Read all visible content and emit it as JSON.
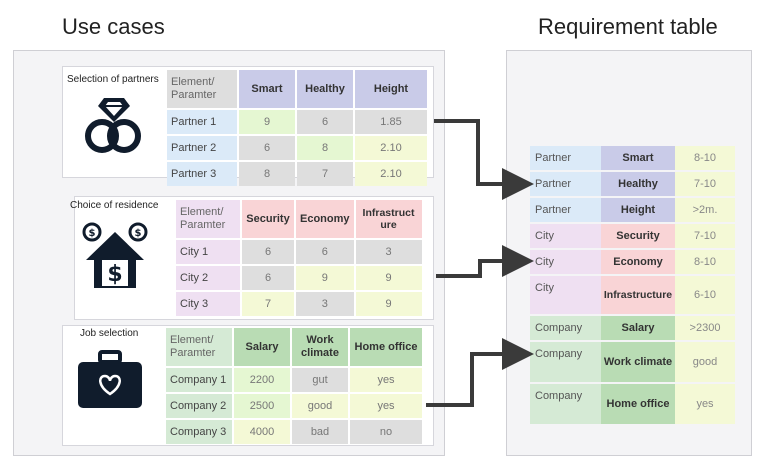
{
  "headings": {
    "left": "Use cases",
    "right": "Requirement table"
  },
  "colors": {
    "partner": "#dbeaf8",
    "city": "#efe0f2",
    "company": "#d5ead5",
    "header_partner": "#c9cbe8",
    "header_city": "#f9d4d6",
    "header_company": "#b9dcb4",
    "value_yellow": "#f4f9d6",
    "value_gray": "#dedede",
    "value_green": "#e5f7d2",
    "arrow": "#3a3a3a"
  },
  "use_cases": [
    {
      "title": "Selection of partners",
      "icon": "wedding-rings-diamond-icon",
      "element_header": [
        "Element/",
        "Paramter"
      ],
      "params": [
        "Smart",
        "Healthy",
        "Height"
      ],
      "rows": [
        {
          "label": "Partner 1",
          "values": [
            "9",
            "6",
            "1.85"
          ],
          "fills": [
            "green",
            "gray",
            "gray"
          ]
        },
        {
          "label": "Partner 2",
          "values": [
            "6",
            "8",
            "2.10"
          ],
          "fills": [
            "gray",
            "green",
            "yellow"
          ]
        },
        {
          "label": "Partner 3",
          "values": [
            "8",
            "7",
            "2.10"
          ],
          "fills": [
            "gray",
            "gray",
            "yellow"
          ]
        }
      ]
    },
    {
      "title": "Choice of residence",
      "icon": "house-dollar-icon",
      "element_header": [
        "Element/",
        "Paramter"
      ],
      "params": [
        "Security",
        "Economy",
        "Infrastructure"
      ],
      "rows": [
        {
          "label": "City 1",
          "values": [
            "6",
            "6",
            "3"
          ],
          "fills": [
            "gray",
            "gray",
            "gray"
          ]
        },
        {
          "label": "City 2",
          "values": [
            "6",
            "9",
            "9"
          ],
          "fills": [
            "gray",
            "yellow",
            "yellow"
          ]
        },
        {
          "label": "City 3",
          "values": [
            "7",
            "3",
            "9"
          ],
          "fills": [
            "yellow",
            "gray",
            "yellow"
          ]
        }
      ]
    },
    {
      "title": "Job selection",
      "icon": "briefcase-heart-icon",
      "element_header": [
        "Element/",
        "Paramter"
      ],
      "params": [
        "Salary",
        "Work climate",
        "Home office"
      ],
      "rows": [
        {
          "label": "Company 1",
          "values": [
            "2200",
            "gut",
            "yes"
          ],
          "fills": [
            "green",
            "gray",
            "yellow"
          ]
        },
        {
          "label": "Company 2",
          "values": [
            "2500",
            "good",
            "yes"
          ],
          "fills": [
            "green",
            "yellow",
            "yellow"
          ]
        },
        {
          "label": "Company 3",
          "values": [
            "4000",
            "bad",
            "no"
          ],
          "fills": [
            "yellow",
            "gray",
            "gray"
          ]
        }
      ]
    }
  ],
  "requirements": [
    {
      "element": "Partner",
      "items": [
        {
          "param": "Smart",
          "value": "8-10"
        },
        {
          "param": "Healthy",
          "value": "7-10"
        },
        {
          "param": "Height",
          "value": ">2m."
        }
      ]
    },
    {
      "element": "City",
      "items": [
        {
          "param": "Security",
          "value": "7-10"
        },
        {
          "param": "Economy",
          "value": "8-10"
        },
        {
          "param": "Infrastructure",
          "value": "6-10"
        }
      ]
    },
    {
      "element": "Company",
      "items": [
        {
          "param": "Salary",
          "value": ">2300"
        },
        {
          "param": "Work climate",
          "value": "good"
        },
        {
          "param": "Home office",
          "value": "yes"
        }
      ]
    }
  ]
}
